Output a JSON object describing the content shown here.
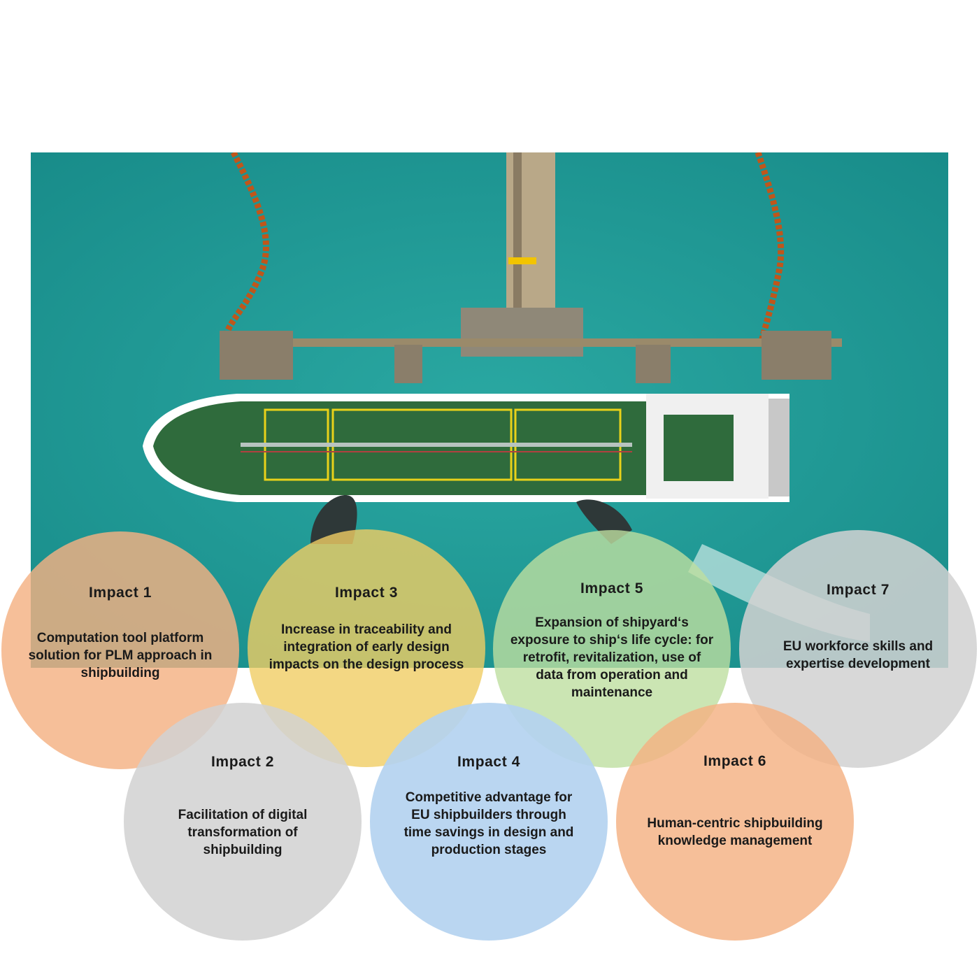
{
  "background_image": {
    "subject": "aerial-tanker-ship-at-jetty",
    "water_color": "#1f9c98"
  },
  "impacts": [
    {
      "title": "Impact 1",
      "text": "Computation tool platform solution for PLM approach in shipbuilding",
      "color": "#f4b183"
    },
    {
      "title": "Impact 2",
      "text": "Facilitation of digital transformation of shipbuilding",
      "color": "#d6d6d6"
    },
    {
      "title": "Impact 3",
      "text": "Increase in traceability and integration of early design impacts on the design process",
      "color": "#f0cd64"
    },
    {
      "title": "Impact 4",
      "text": "Competitive advantage for EU shipbuilders through time savings in design and production stages",
      "color": "#b4d2f0"
    },
    {
      "title": "Impact 5",
      "text": "Expansion of shipyard‘s exposure to ship‘s life cycle: for retrofit, revitalization, use of data from operation and maintenance",
      "color": "#bedea0"
    },
    {
      "title": "Impact 6",
      "text": "Human-centric shipbuilding knowledge management",
      "color": "#f4b183"
    },
    {
      "title": "Impact 7",
      "text": "EU workforce skills and expertise development",
      "color": "#d6d6d6"
    }
  ]
}
